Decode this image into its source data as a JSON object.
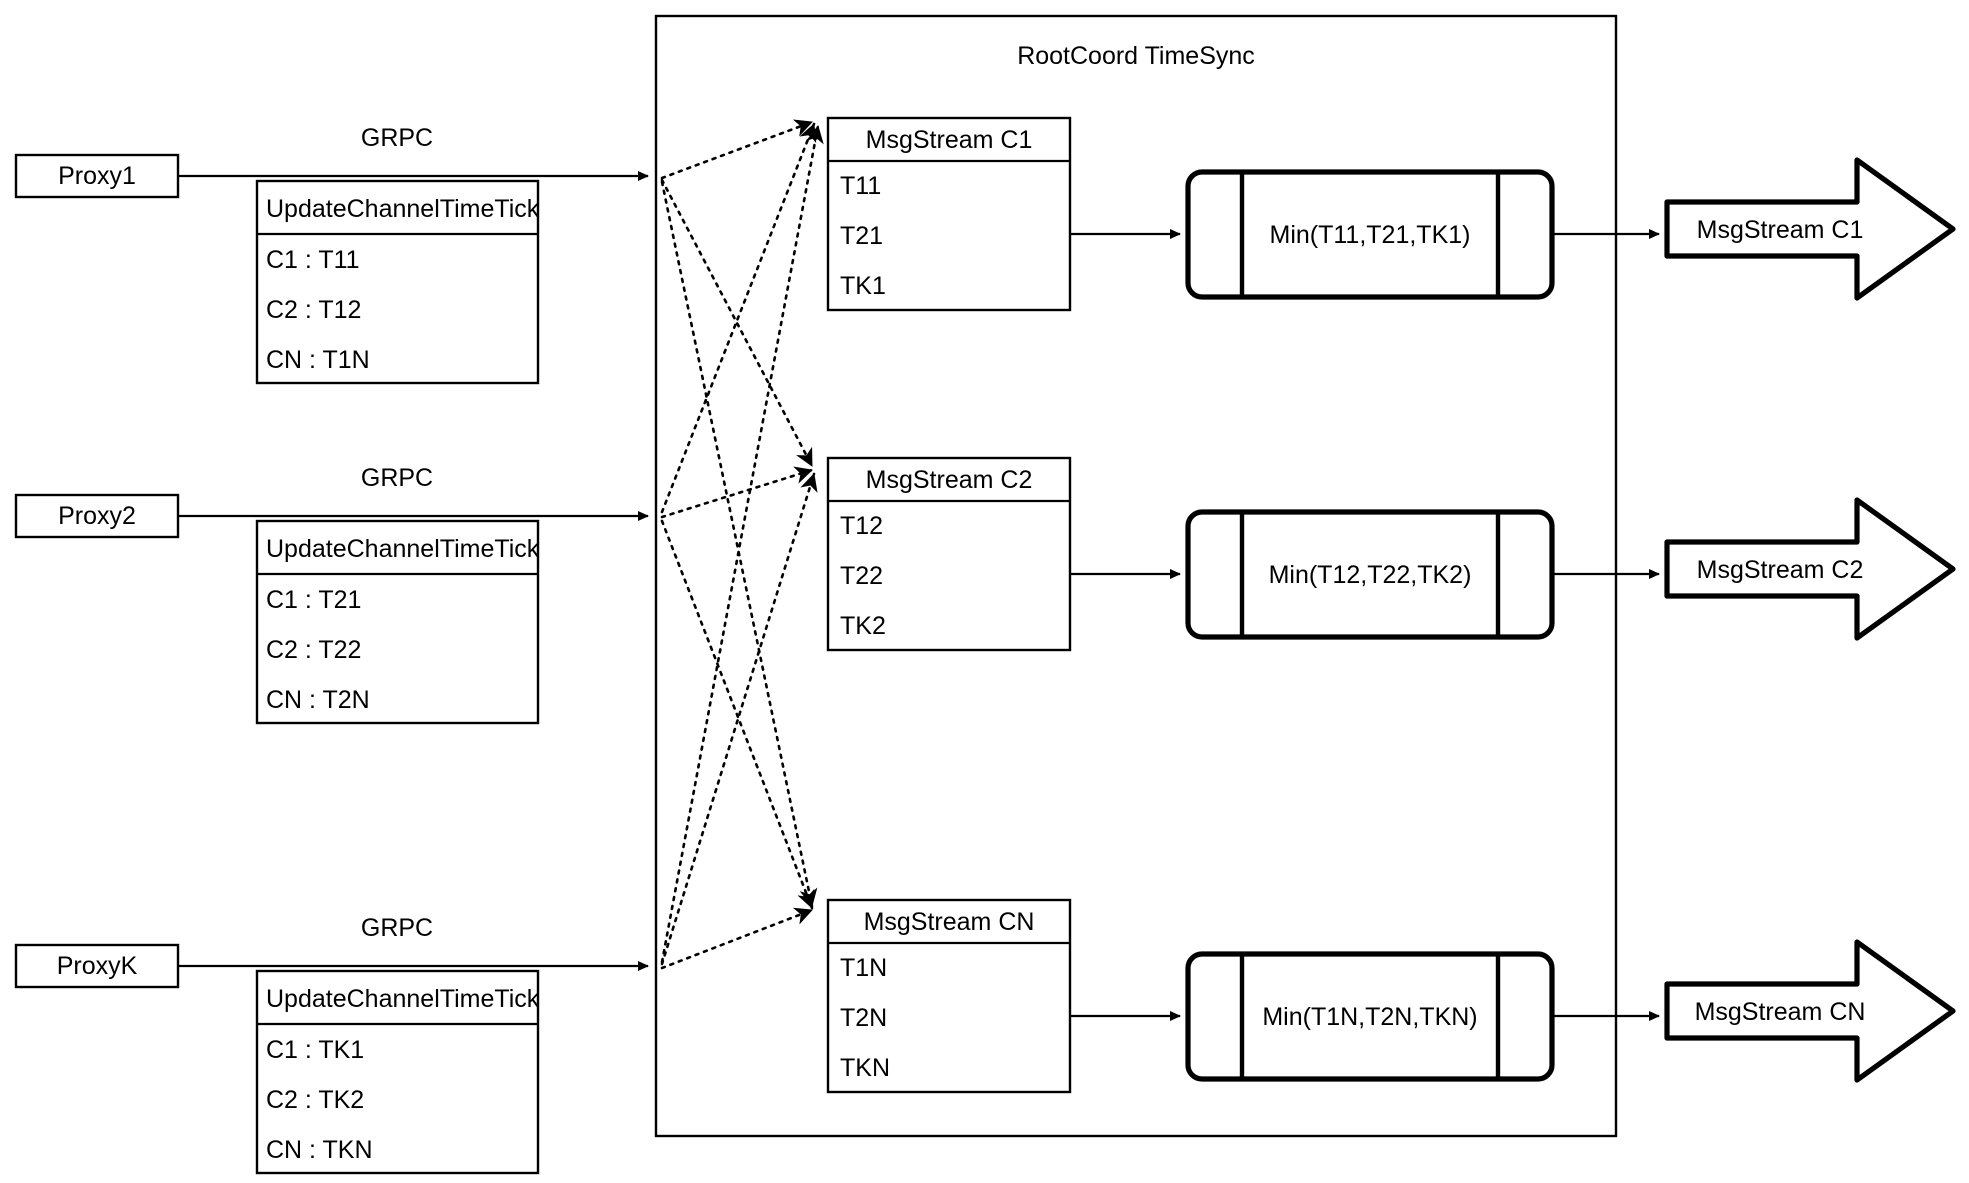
{
  "diagram": {
    "container_title": "RootCoord TimeSync",
    "protocol_label": "GRPC",
    "request_header": "UpdateChannelTimeTick",
    "proxies": [
      {
        "name": "Proxy1",
        "protocol": "GRPC",
        "request_header": "UpdateChannelTimeTick",
        "rows": [
          "C1 :  T11",
          "C2 :  T12",
          "CN : T1N"
        ]
      },
      {
        "name": "Proxy2",
        "protocol": "GRPC",
        "request_header": "UpdateChannelTimeTick",
        "rows": [
          "C1 :  T21",
          "C2 :  T22",
          "CN : T2N"
        ]
      },
      {
        "name": "ProxyK",
        "protocol": "GRPC",
        "request_header": "UpdateChannelTimeTick",
        "rows": [
          "C1 :  TK1",
          "C2 :  TK2",
          "CN : TKN"
        ]
      }
    ],
    "channels": [
      {
        "stream_title": "MsgStream C1",
        "ticks": [
          "T11",
          "T21",
          "TK1"
        ],
        "min_label": "Min(T11,T21,TK1)",
        "output_label": "MsgStream C1"
      },
      {
        "stream_title": "MsgStream C2",
        "ticks": [
          "T12",
          "T22",
          "TK2"
        ],
        "min_label": "Min(T12,T22,TK2)",
        "output_label": "MsgStream C2"
      },
      {
        "stream_title": "MsgStream CN",
        "ticks": [
          "T1N",
          "T2N",
          "TKN"
        ],
        "min_label": "Min(T1N,T2N,TKN)",
        "output_label": "MsgStream CN"
      }
    ],
    "colors": {
      "stroke": "#000000",
      "background": "#ffffff",
      "text": "#000000"
    }
  }
}
